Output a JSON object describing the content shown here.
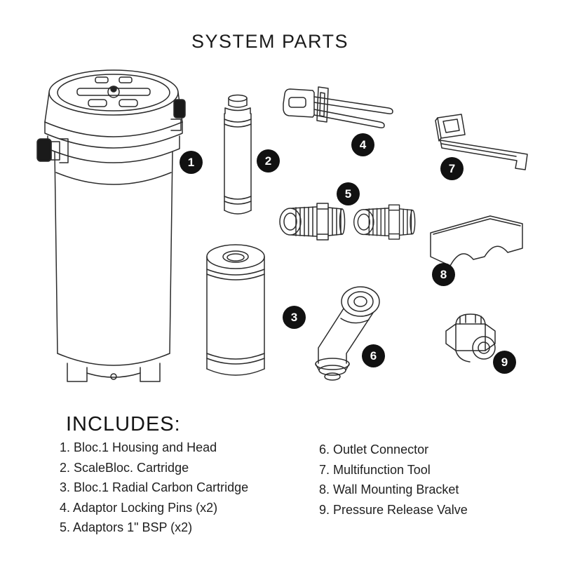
{
  "title": "SYSTEM PARTS",
  "legend": {
    "heading": "INCLUDES:",
    "left_column": [
      "1. Bloc.1 Housing and Head",
      "2. ScaleBloc. Cartridge",
      "3. Bloc.1 Radial Carbon Cartridge",
      "4. Adaptor Locking Pins (x2)",
      "5. Adaptors 1\" BSP (x2)"
    ],
    "right_column": [
      "6. Outlet Connector",
      "7. Multifunction Tool",
      "8. Wall Mounting Bracket",
      "9. Pressure Release Valve"
    ]
  },
  "parts": [
    {
      "number": "1",
      "name": "Bloc.1 Housing and Head"
    },
    {
      "number": "2",
      "name": "ScaleBloc. Cartridge"
    },
    {
      "number": "3",
      "name": "Bloc.1 Radial Carbon Cartridge"
    },
    {
      "number": "4",
      "name": "Adaptor Locking Pins (x2)"
    },
    {
      "number": "5",
      "name": "Adaptors 1\" BSP (x2)"
    },
    {
      "number": "6",
      "name": "Outlet Connector"
    },
    {
      "number": "7",
      "name": "Multifunction Tool"
    },
    {
      "number": "8",
      "name": "Wall Mounting Bracket"
    },
    {
      "number": "9",
      "name": "Pressure Release Valve"
    }
  ],
  "colors": {
    "background": "#ffffff",
    "ink": "#2b2b2b",
    "badge_bg": "#111111",
    "badge_text": "#ffffff"
  }
}
